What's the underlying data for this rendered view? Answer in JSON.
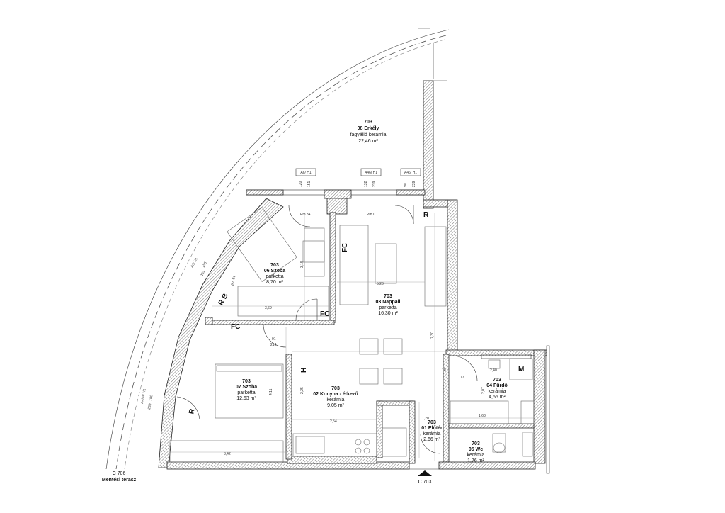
{
  "rooms": {
    "erkely": {
      "num": "703",
      "name": "08 Erkély",
      "floor": "fagyálló kerámia",
      "area": "22,46 m²"
    },
    "szoba6": {
      "num": "703",
      "name": "06 Szoba",
      "floor": "parketta",
      "area": "8,70 m²"
    },
    "nappali": {
      "num": "703",
      "name": "03 Nappali",
      "floor": "parketta",
      "area": "16,30 m²"
    },
    "szoba7": {
      "num": "703",
      "name": "07 Szoba",
      "floor": "parketta",
      "area": "12,63 m²"
    },
    "konyha": {
      "num": "703",
      "name": "02 Konyha - étkező",
      "floor": "kerámia",
      "area": "9,05 m²"
    },
    "furdo": {
      "num": "703",
      "name": "04 Fürdő",
      "floor": "kerámia",
      "area": "4,55 m²"
    },
    "eloter": {
      "num": "703",
      "name": "01 Előtér",
      "floor": "kerámia",
      "area": "2,66 m²"
    },
    "wc": {
      "num": "703",
      "name": "05 Wc",
      "floor": "kerámia",
      "area": "1,76 m²"
    }
  },
  "terrace": {
    "code": "C 706",
    "name": "Mentési terasz"
  },
  "entrance": {
    "code": "C 703"
  },
  "windows": {
    "w1": {
      "code": "A6/ H1",
      "d1": "120",
      "d2": "151"
    },
    "w2": {
      "code": "A46/ H1",
      "d1": "132",
      "d2": "239"
    },
    "w3": {
      "code": "A46/ H1",
      "d1": "90",
      "d2": "239"
    },
    "w4": {
      "code": "A3/ H1",
      "d1": "155",
      "d2": "151"
    },
    "w5": {
      "code": "A45/B H1",
      "d1": "100",
      "d2": "239"
    }
  },
  "markers": {
    "r1": "R",
    "r2": "R",
    "rb": "R B",
    "fc1": "FC",
    "fc2": "FC",
    "fc3": "FC",
    "h": "H",
    "m": "M"
  },
  "labels": {
    "pm84a": "Pm 84",
    "pm0": "Pm 0",
    "pm84b": "pm 84"
  },
  "dims": {
    "d315": "3,15",
    "d369": "3,69",
    "d520": "5,20",
    "d730": "7,30",
    "d254": "2,54",
    "d342": "3,42",
    "d411": "4,11",
    "d225": "2,25",
    "d240": "2,40",
    "d207": "2,07",
    "d168": "1,68",
    "d120": "1,20",
    "d91": "91",
    "d214": "214",
    "d77": "77",
    "d10": "10"
  }
}
